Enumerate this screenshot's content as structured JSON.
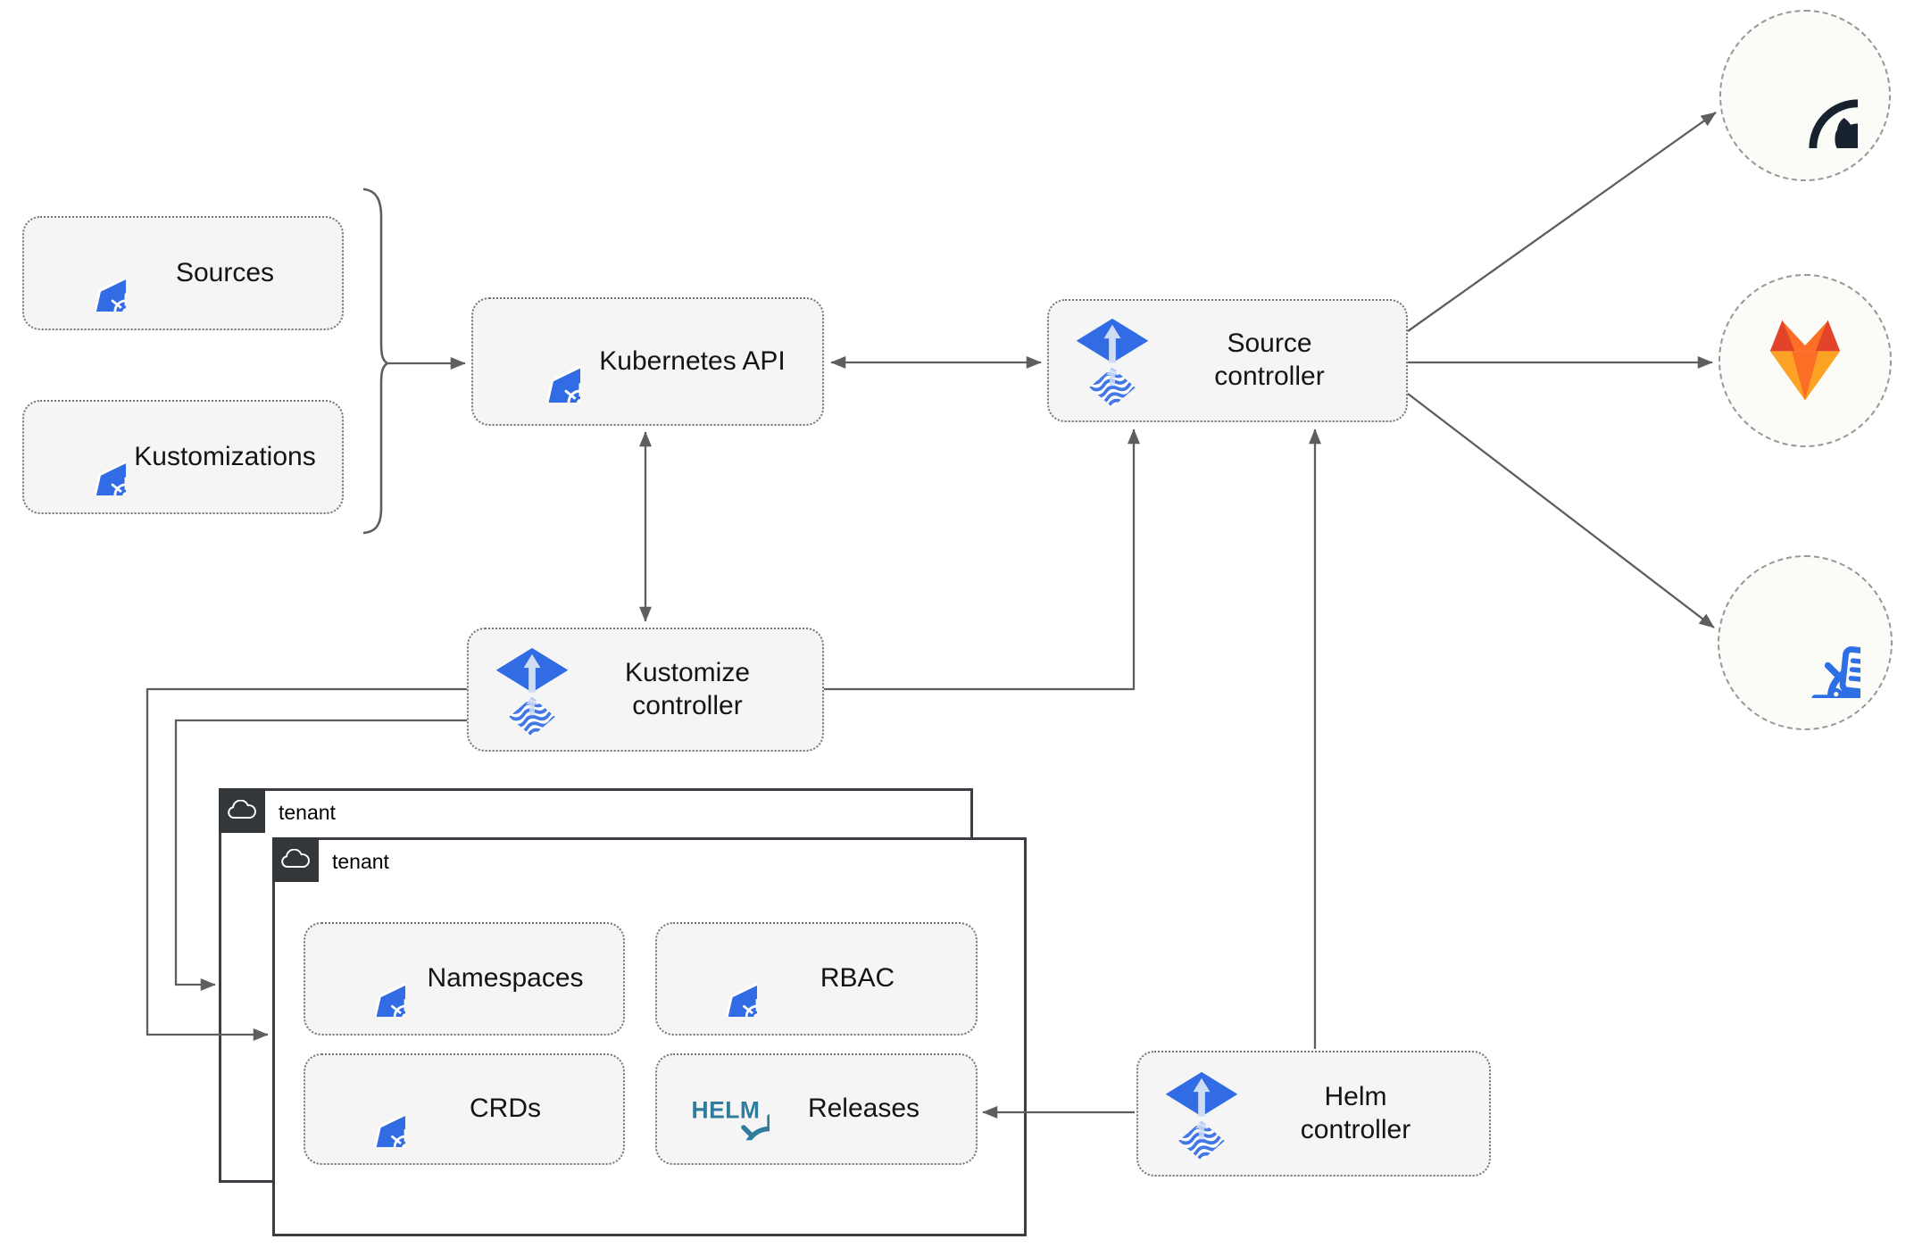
{
  "diagram": {
    "nodes": {
      "sources": {
        "label": "Sources",
        "icon": "kubernetes-icon"
      },
      "kustomizations": {
        "label": "Kustomizations",
        "icon": "kubernetes-icon"
      },
      "kubernetes_api": {
        "label": "Kubernetes API",
        "icon": "kubernetes-icon"
      },
      "source_controller": {
        "label": "Source\ncontroller",
        "icon": "flux-icon"
      },
      "kustomize_controller": {
        "label": "Kustomize\ncontroller",
        "icon": "flux-icon"
      },
      "helm_controller": {
        "label": "Helm\ncontroller",
        "icon": "flux-icon"
      },
      "namespaces": {
        "label": "Namespaces",
        "icon": "kubernetes-icon"
      },
      "rbac": {
        "label": "RBAC",
        "icon": "kubernetes-icon"
      },
      "crds": {
        "label": "CRDs",
        "icon": "kubernetes-icon"
      },
      "releases": {
        "label": "Releases",
        "icon": "helm-icon",
        "icon_text": "HELM"
      }
    },
    "containers": {
      "tenant_back": {
        "label": "tenant",
        "icon": "cloud-icon"
      },
      "tenant_front": {
        "label": "tenant",
        "icon": "cloud-icon"
      }
    },
    "endpoints": {
      "github": {
        "icon": "github-icon"
      },
      "gitlab": {
        "icon": "gitlab-icon"
      },
      "chart_repository": {
        "icon": "chartmuseum-icon"
      }
    },
    "edges": [
      {
        "from": "sources+kustomizations",
        "to": "kubernetes_api",
        "style": "brace-arrow"
      },
      {
        "from": "kubernetes_api",
        "to": "source_controller",
        "style": "double-arrow"
      },
      {
        "from": "kubernetes_api",
        "to": "kustomize_controller",
        "style": "double-arrow"
      },
      {
        "from": "kustomize_controller",
        "to": "source_controller",
        "style": "arrow"
      },
      {
        "from": "helm_controller",
        "to": "source_controller",
        "style": "arrow"
      },
      {
        "from": "source_controller",
        "to": "github",
        "style": "arrow"
      },
      {
        "from": "source_controller",
        "to": "gitlab",
        "style": "arrow"
      },
      {
        "from": "source_controller",
        "to": "chart_repository",
        "style": "arrow"
      },
      {
        "from": "kustomize_controller",
        "to": "tenant_front",
        "style": "arrow"
      },
      {
        "from": "kustomize_controller",
        "to": "tenant_back",
        "style": "arrow"
      },
      {
        "from": "helm_controller",
        "to": "releases",
        "style": "arrow"
      }
    ],
    "colors": {
      "kubernetes_blue": "#326ce5",
      "flux_blue": "#316ce4",
      "flux_light": "#cfdcf6",
      "helm_teal": "#2e7d9c",
      "chartmuseum_blue": "#2f6fe6",
      "github_dark": "#18222e",
      "gitlab_dark_orange": "#e24329",
      "gitlab_orange": "#fc6d26",
      "gitlab_light_orange": "#fca326",
      "arrow_gray": "#5e5e5e",
      "node_fill": "#f5f5f5",
      "tenant_dark": "#33373a"
    }
  }
}
